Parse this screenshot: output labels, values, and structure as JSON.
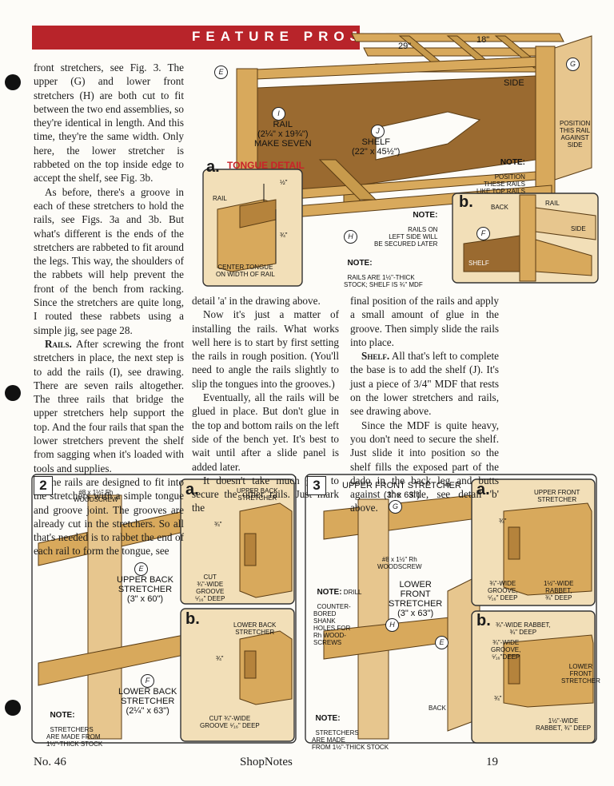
{
  "banner": "FEATURE PROJECT",
  "col1": {
    "p1": "front stretchers, see Fig. 3. The upper (G) and lower front stretchers (H) are both cut to fit between the two end assemblies, so they're identical in length. And this time, they're the same width. Only here, the lower stretcher is rabbeted on the top inside edge to accept the shelf, see Fig. 3b.",
    "p2": "As before, there's a groove in each of these stretchers to hold the rails, see Figs. 3a and 3b. But what's different is the ends of the stretchers are rabbeted to fit around the legs. This way, the shoulders of the rabbets will help prevent the front of the bench from racking. Since the stretchers are quite long, I routed these rabbets using a simple jig, see page 28.",
    "p3_head": "Rails.",
    "p3": " After screwing the front stretchers in place, the next step is to add the rails (I), see drawing. There are seven rails altogether. The three rails that bridge the upper stretchers help support the top. And the four rails that span the lower stretchers prevent the shelf from sagging when it's loaded with tools and supplies.",
    "p4": "The rails are designed to fit into the stretchers with a simple tongue and groove joint. The grooves are already cut in the stretchers. So all that's needed is to rabbet the end of each rail to form the tongue, see"
  },
  "col2": {
    "p1": "detail 'a' in the drawing above.",
    "p2": "Now it's just a matter of installing the rails. What works well here is to start by first setting the rails in rough position. (You'll need to angle the rails slightly to slip the tongues into the grooves.)",
    "p3": "Eventually, all the rails will be glued in place. But don't glue in the top and bottom rails on the left side of the bench yet. It's best to wait until after a slide panel is added later.",
    "p4": "It doesn't take much glue to secure the other rails. Just mark the"
  },
  "col3": {
    "p1": "final position of the rails and apply a small amount of glue in the groove. Then simply slide the rails into place.",
    "p2_head": "Shelf.",
    "p2": " All that's left to complete the base is to add the shelf (J). It's just a piece of 3/4\" MDF that rests on the lower stretchers and rails, see drawing above.",
    "p3": "Since the MDF is quite heavy, you don't need to secure the shelf. Just slide it into position so the shelf fills the exposed part of the dado in the back leg and butts against the side, see detail 'b' above."
  },
  "main_drawing": {
    "dim_29": "29\"",
    "dim_18": "18\"",
    "side": "SIDE",
    "rail_label": "RAIL\n(2¼\" x 19¾\")\nMAKE SEVEN",
    "shelf_label": "SHELF\n(22\" x 45½\")",
    "position_note": "POSITION\nTHIS RAIL\nAGAINST\nSIDE",
    "note_head": "NOTE:",
    "note_rails_top": "POSITION\nTHESE RAILS\nLIKE TOP RAILS",
    "note_left": "RAILS ON\nLEFT SIDE WILL\nBE SECURED LATER",
    "note_thick": "RAILS ARE 1½\"-THICK\nSTOCK; SHELF IS ¾\" MDF",
    "letters": [
      "E",
      "I",
      "J",
      "G",
      "H"
    ]
  },
  "detail_a_main": {
    "title": "TONGUE DETAIL",
    "letter": "a.",
    "rail": "RAIL",
    "half": "½\"",
    "three_quarter": "¾\"",
    "center": "CENTER TONGUE\nON WIDTH OF RAIL"
  },
  "detail_b_main": {
    "letter": "b.",
    "back": "BACK",
    "rail": "RAIL",
    "side": "SIDE",
    "shelf": "SHELF",
    "f": "F"
  },
  "fig2": {
    "num": "2",
    "screw": "#8 x 1½\" Fh\nWOODSCREW",
    "upper_back": "UPPER BACK\nSTRETCHER\n(3\" x 60\")",
    "lower_back": "LOWER BACK\nSTRETCHER\n(2¼\" x 63\")",
    "note_head": "NOTE:",
    "note": "STRETCHERS\nARE MADE FROM\n1½\"-THICK STOCK",
    "e": "E",
    "f": "F",
    "a_letter": "a.",
    "a_label": "UPPER BACK\nSTRETCHER",
    "a_dim": "¾\"",
    "a_cut": "CUT\n¾\"-WIDE\nGROOVE\n⁵⁄₁₆\" DEEP",
    "b_letter": "b.",
    "b_label": "LOWER BACK\nSTRETCHER",
    "b_dim": "¾\"",
    "b_cut": "CUT ¾\"-WIDE\nGROOVE ⁵⁄₁₆\" DEEP"
  },
  "fig3": {
    "num": "3",
    "title": "UPPER FRONT STRETCHER\n(3\" x 63\")",
    "g": "G",
    "screw": "#8 x 1½\" Rh\nWOODSCREW",
    "note1_head": "NOTE:",
    "note1_inline": " DRILL",
    "note1": "COUNTER-\nBORED\nSHANK\nHOLES FOR\nRh WOOD-\nSCREWS",
    "lower_front": "LOWER\nFRONT\nSTRETCHER\n(3\" x 63\")",
    "h": "H",
    "e": "E",
    "back": "BACK",
    "note2_head": "NOTE:",
    "note2": "STRETCHERS\nARE MADE\nFROM 1½\"-THICK STOCK",
    "a_letter": "a.",
    "a_label": "UPPER FRONT\nSTRETCHER",
    "a_dim": "¾\"",
    "a_groove": "¾\"-WIDE\nGROOVE,\n⁵⁄₁₆\" DEEP",
    "a_rabbet": "1½\"-WIDE\nRABBET,\n¾\" DEEP",
    "b_letter": "b.",
    "b_rabbet": "¾\"-WIDE RABBET,\n¾\" DEEP",
    "b_groove": "¾\"-WIDE\nGROOVE,\n⁵⁄₁₆\"DEEP",
    "b_label": "LOWER\nFRONT\nSTRETCHER",
    "b_dim": "¾\"",
    "b_rabbet2": "1½\"-WIDE\nRABBET, ¾\" DEEP"
  },
  "footer": {
    "issue": "No. 46",
    "magazine": "ShopNotes",
    "page": "19"
  },
  "colors": {
    "banner": "#b8242a",
    "wood": "#d8a95c",
    "wood_dark": "#b5833c",
    "shelf": "#9a6a30",
    "detail_bg": "#f2dfb8"
  }
}
